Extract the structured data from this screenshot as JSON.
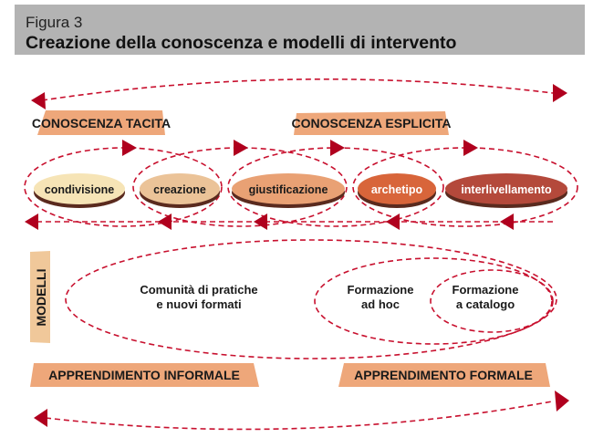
{
  "header": {
    "figure_label": "Figura 3",
    "title": "Creazione della conoscenza e modelli di intervento"
  },
  "knowledge_labels": {
    "tacit": "CONOSCENZA TACITA",
    "explicit": "CONOSCENZA ESPLICITA"
  },
  "stages": [
    {
      "label": "condivisione",
      "color": "#f6e4b6",
      "text_color": "#1a1a1a"
    },
    {
      "label": "creazione",
      "color": "#ebc398",
      "text_color": "#1a1a1a"
    },
    {
      "label": "giustificazione",
      "color": "#e9a174",
      "text_color": "#1a1a1a"
    },
    {
      "label": "archetipo",
      "color": "#d8653a",
      "text_color": "#ffffff"
    },
    {
      "label": "interlivellamento",
      "color": "#b4493b",
      "text_color": "#ffffff"
    }
  ],
  "models": {
    "side_label": "MODELLI",
    "community": {
      "line1": "Comunità di pratiche",
      "line2": "e nuovi formati"
    },
    "adhoc": {
      "line1": "Formazione",
      "line2": "ad hoc"
    },
    "catalog": {
      "line1": "Formazione",
      "line2": "a catalogo"
    }
  },
  "learning_labels": {
    "informal": "APPRENDIMENTO INFORMALE",
    "formal": "APPRENDIMENTO FORMALE"
  },
  "colors": {
    "header_bg": "#b3b3b3",
    "label_bg": "#eea77a",
    "modelli_bg": "#f0c89a",
    "dash": "#c8102e"
  }
}
